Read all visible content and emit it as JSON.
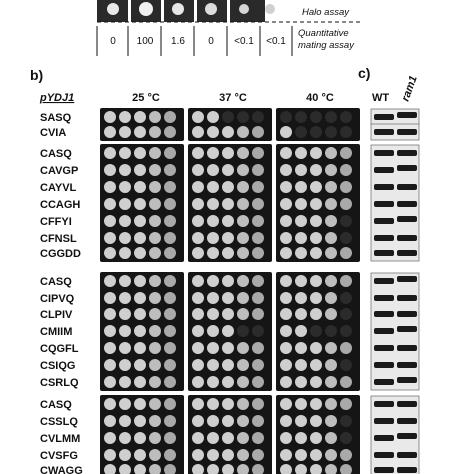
{
  "top": {
    "values": [
      "0",
      "100",
      "1.6",
      "0",
      "<0.1",
      "<0.1"
    ],
    "halo_label": "Halo assay",
    "mating_label_1": "Quantitative",
    "mating_label_2": "mating assay"
  },
  "panel_b": {
    "letter": "b)",
    "plasmid_header": "pYDJ1",
    "temps": [
      "25 °C",
      "37 °C",
      "40 °C"
    ],
    "rows": [
      {
        "label": "SASQ",
        "growth": [
          5,
          2,
          0
        ],
        "group": 0
      },
      {
        "label": "CVIA",
        "growth": [
          5,
          5,
          1
        ],
        "group": 1
      },
      {
        "label": "CASQ",
        "growth": [
          5,
          5,
          5
        ],
        "group": 2
      },
      {
        "label": "CAVGP",
        "growth": [
          5,
          5,
          5
        ],
        "group": 2
      },
      {
        "label": "CAYVL",
        "growth": [
          5,
          5,
          5
        ],
        "group": 2
      },
      {
        "label": "CCAGH",
        "growth": [
          5,
          5,
          5
        ],
        "group": 2
      },
      {
        "label": "CFFYI",
        "growth": [
          5,
          5,
          4
        ],
        "group": 2
      },
      {
        "label": "CFNSL",
        "growth": [
          5,
          5,
          4
        ],
        "group": 2
      },
      {
        "label": "CGGDD",
        "growth": [
          5,
          5,
          5
        ],
        "group": 2
      },
      {
        "label": "CASQ",
        "growth": [
          5,
          5,
          5
        ],
        "group": 3
      },
      {
        "label": "CIPVQ",
        "growth": [
          5,
          5,
          4
        ],
        "group": 3
      },
      {
        "label": "CLPIV",
        "growth": [
          5,
          5,
          4
        ],
        "group": 3
      },
      {
        "label": "CMIIM",
        "growth": [
          5,
          3,
          2
        ],
        "group": 3
      },
      {
        "label": "CQGFL",
        "growth": [
          5,
          5,
          5
        ],
        "group": 3
      },
      {
        "label": "CSIQG",
        "growth": [
          5,
          5,
          4
        ],
        "group": 3
      },
      {
        "label": "CSRLQ",
        "growth": [
          5,
          5,
          5
        ],
        "group": 3
      },
      {
        "label": "CASQ",
        "growth": [
          5,
          5,
          5
        ],
        "group": 4
      },
      {
        "label": "CSSLQ",
        "growth": [
          5,
          5,
          4
        ],
        "group": 4
      },
      {
        "label": "CVLMM",
        "growth": [
          5,
          5,
          4
        ],
        "group": 4
      },
      {
        "label": "CVSFG",
        "growth": [
          5,
          5,
          5
        ],
        "group": 4
      },
      {
        "label": "CWAGG",
        "growth": [
          5,
          5,
          5
        ],
        "group": 4
      }
    ]
  },
  "panel_c": {
    "letter": "c)",
    "col_wt": "WT",
    "col_ram1": "ram1"
  }
}
